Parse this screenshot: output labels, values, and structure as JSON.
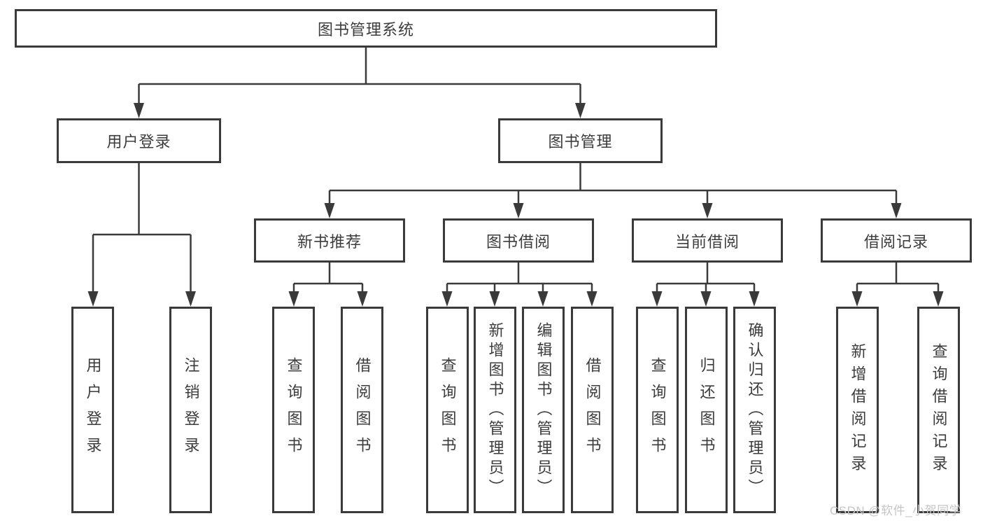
{
  "nodes": {
    "root": "图书管理系统",
    "user_login": "用户登录",
    "book_management": "图书管理",
    "leaf_user_login": "用户登录",
    "leaf_logout_login": "注销登录",
    "new_book_recommend": "新书推荐",
    "book_borrow": "图书借阅",
    "current_borrow": "当前借阅",
    "borrow_record": "借阅记录",
    "nbr_query_book": "查询图书",
    "nbr_borrow_book": "借阅图书",
    "bb_query_book": "查询图书",
    "bb_add_book_admin": "新增图书（管理员）",
    "bb_edit_book_admin": "编辑图书（管理员）",
    "bb_borrow_book": "借阅图书",
    "cb_query_book": "查询图书",
    "cb_return_book": "归还图书",
    "cb_confirm_return_admin": "确认归还（管理员）",
    "br_add_record": "新增借阅记录",
    "br_query_record": "查询借阅记录"
  },
  "hierarchy": {
    "图书管理系统": {
      "用户登录": [
        "用户登录",
        "注销登录"
      ],
      "图书管理": {
        "新书推荐": [
          "查询图书",
          "借阅图书"
        ],
        "图书借阅": [
          "查询图书",
          "新增图书（管理员）",
          "编辑图书（管理员）",
          "借阅图书"
        ],
        "当前借阅": [
          "查询图书",
          "归还图书",
          "确认归还（管理员）"
        ],
        "借阅记录": [
          "新增借阅记录",
          "查询借阅记录"
        ]
      }
    }
  },
  "watermark": {
    "text": "CSDN @软件_小贺同学",
    "color": "#c6c6c6"
  },
  "style": {
    "line_color": "#3a3a3a",
    "text_color": "#3c3c3c",
    "background": "#ffffff"
  }
}
